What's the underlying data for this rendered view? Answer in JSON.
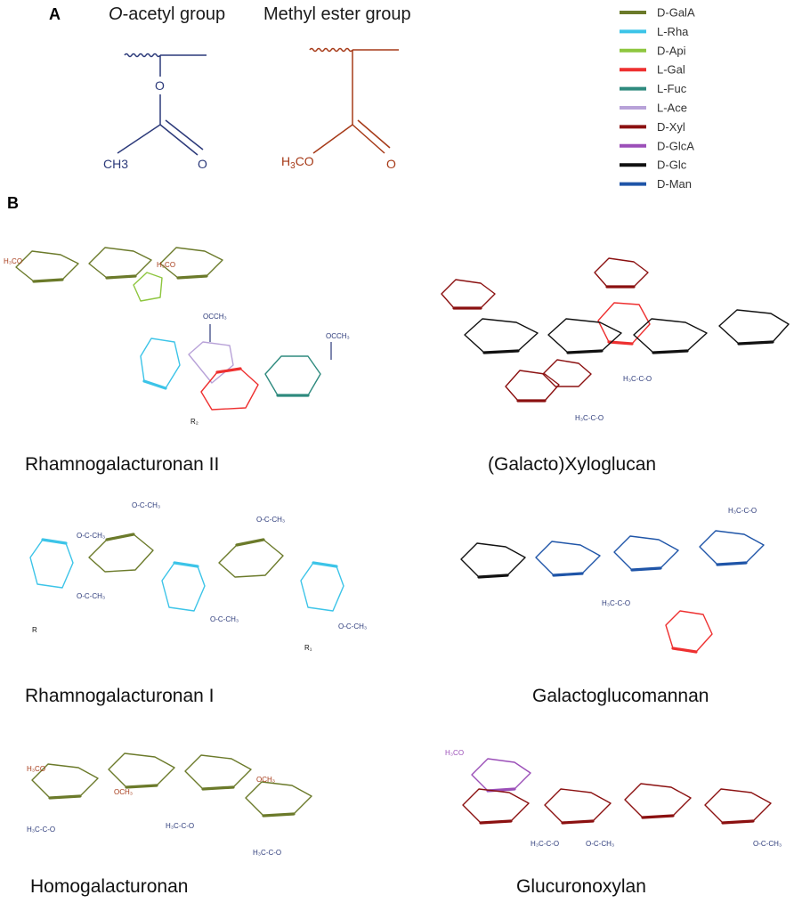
{
  "panel_a": {
    "label": "A",
    "acetyl": {
      "title_italic": "O",
      "title_rest": "-acetyl group",
      "atom_o_ring": "O",
      "atom_carbonyl_o": "O",
      "atom_methyl": "CH3",
      "color": "#2c3a7a"
    },
    "methyl_ester": {
      "title": "Methyl ester group",
      "atom_methoxy_prefix": "H",
      "atom_methoxy_sub": "3",
      "atom_methoxy_suffix": "CO",
      "atom_carbonyl_o": "O",
      "color": "#a63a18"
    }
  },
  "legend": [
    {
      "label": "D-GalA",
      "color": "#6b7a2a"
    },
    {
      "label": "L-Rha",
      "color": "#3cc4e8"
    },
    {
      "label": "D-Api",
      "color": "#8ec63f"
    },
    {
      "label": "L-Gal",
      "color": "#ee3030"
    },
    {
      "label": "L-Fuc",
      "color": "#2e8a7e"
    },
    {
      "label": "L-Ace",
      "color": "#b8a2d8"
    },
    {
      "label": "D-Xyl",
      "color": "#8b1010"
    },
    {
      "label": "D-GlcA",
      "color": "#9b4fb8"
    },
    {
      "label": "D-Glc",
      "color": "#111111"
    },
    {
      "label": "D-Man",
      "color": "#1f55a8"
    }
  ],
  "panel_b": {
    "label": "B",
    "structures": [
      {
        "name": "Rhamnogalacturonan II"
      },
      {
        "name": "(Galacto)Xyloglucan"
      },
      {
        "name": "Rhamnogalacturonan I"
      },
      {
        "name": "Galactoglucomannan"
      },
      {
        "name": "Homogalacturonan"
      },
      {
        "name": "Glucuronoxylan"
      }
    ]
  }
}
